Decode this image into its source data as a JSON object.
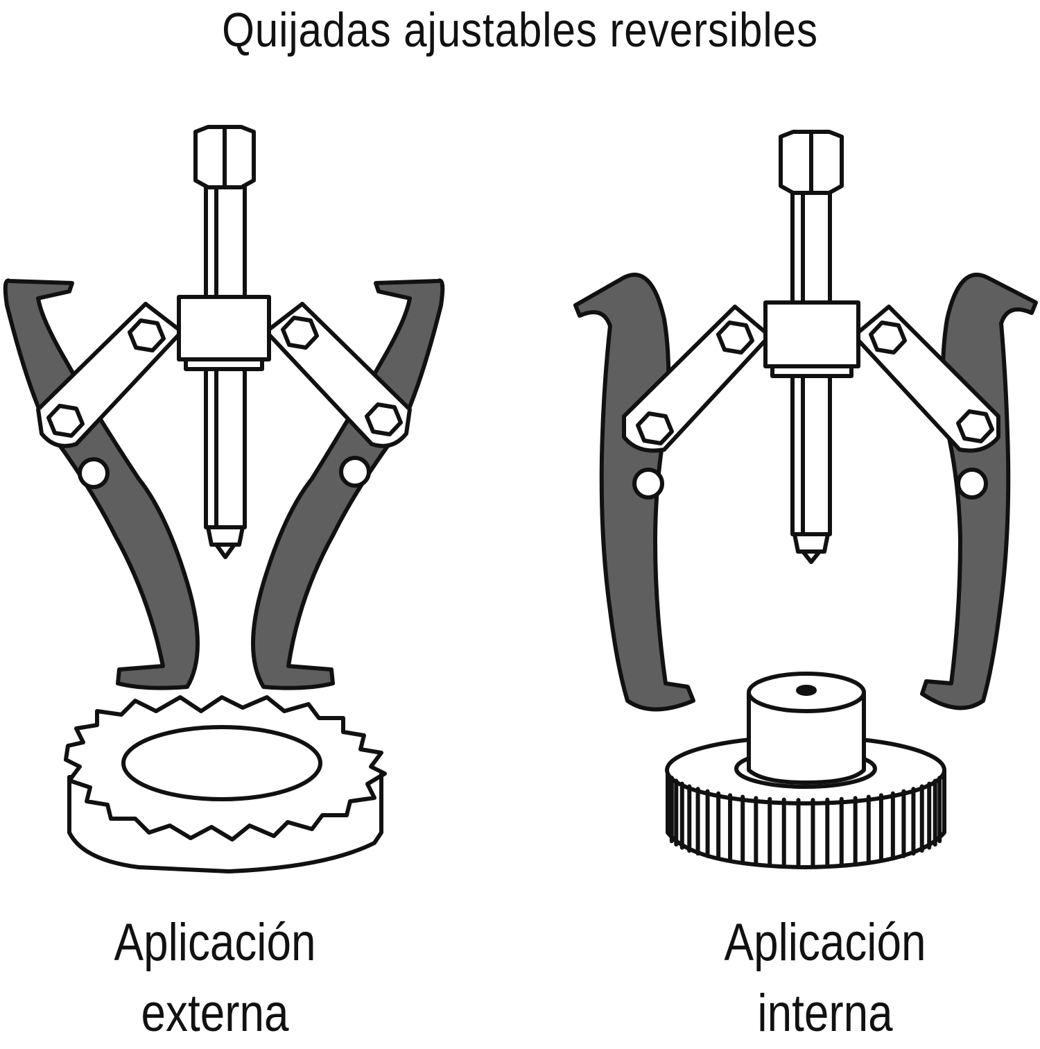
{
  "title": "Quijadas ajustables reversibles",
  "captions": {
    "left": {
      "line1": "Aplicación",
      "line2": "externa"
    },
    "right": {
      "line1": "Aplicación",
      "line2": "interna"
    }
  },
  "colors": {
    "jaw_fill": "#5f5f5f",
    "outline": "#111111",
    "background": "#ffffff"
  },
  "icons": [
    "gear-puller-external",
    "gear-puller-internal",
    "spur-gear",
    "hub-gear"
  ]
}
